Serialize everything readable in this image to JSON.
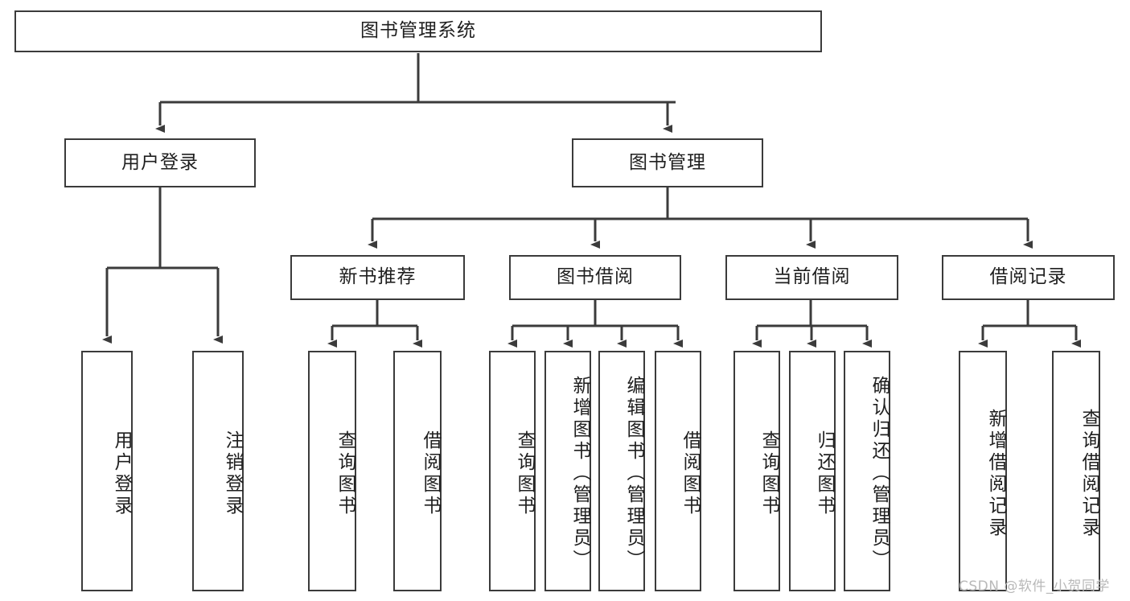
{
  "diagram": {
    "title": "图书管理系统",
    "type": "tree-hierarchy-flowchart",
    "orientation": "top-down",
    "colors": {
      "background": "#ffffff",
      "box_border": "#3b3b3b",
      "box_fill": "#ffffff",
      "connector": "#3b3b3b",
      "text": "#1f1f1f",
      "watermark": "#b9b9b9"
    },
    "watermark": "CSDN @软件_小贺同学",
    "nodes": {
      "root": {
        "label": "图书管理系统",
        "level": 0
      },
      "l1": [
        {
          "id": "user_login",
          "label": "用户登录"
        },
        {
          "id": "book_mgmt",
          "label": "图书管理"
        }
      ],
      "l2": [
        {
          "id": "new_book_rec",
          "label": "新书推荐",
          "parent": "book_mgmt"
        },
        {
          "id": "book_borrow",
          "label": "图书借阅",
          "parent": "book_mgmt"
        },
        {
          "id": "current_borrow",
          "label": "当前借阅",
          "parent": "book_mgmt"
        },
        {
          "id": "borrow_record",
          "label": "借阅记录",
          "parent": "book_mgmt"
        }
      ],
      "leaves": {
        "user_login": [
          {
            "id": "leaf_user_login",
            "label": "用户登录"
          },
          {
            "id": "leaf_user_logout",
            "label": "注销登录"
          }
        ],
        "new_book_rec": [
          {
            "id": "leaf_query_book_1",
            "label": "查询图书"
          },
          {
            "id": "leaf_borrow_book_1",
            "label": "借阅图书"
          }
        ],
        "book_borrow": [
          {
            "id": "leaf_query_book_2",
            "label": "查询图书"
          },
          {
            "id": "leaf_add_book",
            "label": "新增图书（管理员）"
          },
          {
            "id": "leaf_edit_book",
            "label": "编辑图书（管理员）"
          },
          {
            "id": "leaf_borrow_book_2",
            "label": "借阅图书"
          }
        ],
        "current_borrow": [
          {
            "id": "leaf_query_book_3",
            "label": "查询图书"
          },
          {
            "id": "leaf_return_book",
            "label": "归还图书"
          },
          {
            "id": "leaf_confirm_return",
            "label": "确认归还（管理员）"
          }
        ],
        "borrow_record": [
          {
            "id": "leaf_add_record",
            "label": "新增借阅记录"
          },
          {
            "id": "leaf_query_record",
            "label": "查询借阅记录"
          }
        ]
      }
    }
  }
}
